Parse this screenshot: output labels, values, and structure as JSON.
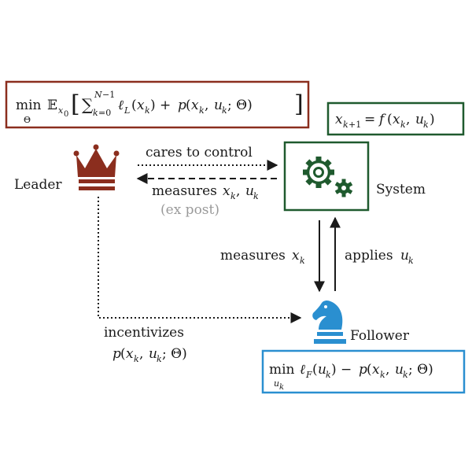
{
  "colors": {
    "leader": "#8b2e1e",
    "system": "#1f5a2e",
    "follower": "#2a8fd0",
    "text": "#1a1a1a",
    "muted": "#9a9a9a"
  },
  "nodes": {
    "leader": {
      "label": "Leader",
      "icon": "crown-icon"
    },
    "system": {
      "label": "System",
      "icon": "gears-icon"
    },
    "follower": {
      "label": "Follower",
      "icon": "chess-knight-icon"
    }
  },
  "edges": {
    "cares": {
      "label": "cares to control"
    },
    "measures_leader": {
      "label": "measures",
      "vars": "x",
      "sub": "k",
      "sep": ", ",
      "vars2": "u",
      "sub2": "k",
      "note": "(ex post)"
    },
    "measures_follower": {
      "label": "measures",
      "var": "x",
      "sub": "k"
    },
    "applies": {
      "label": "applies",
      "var": "u",
      "sub": "k"
    },
    "incentivizes": {
      "label": "incentivizes",
      "formula": "p(x_k, u_k; Θ)"
    }
  },
  "formulas": {
    "leader": "min_Θ E_{x0}[ Σ_{k=0}^{N−1} ℓ_L(x_k) + p(x_k, u_k; Θ) ]",
    "system": "x_{k+1} = f(x_k, u_k)",
    "follower": "min_{u_k} ℓ_F(u_k) − p(x_k, u_k; Θ)"
  }
}
